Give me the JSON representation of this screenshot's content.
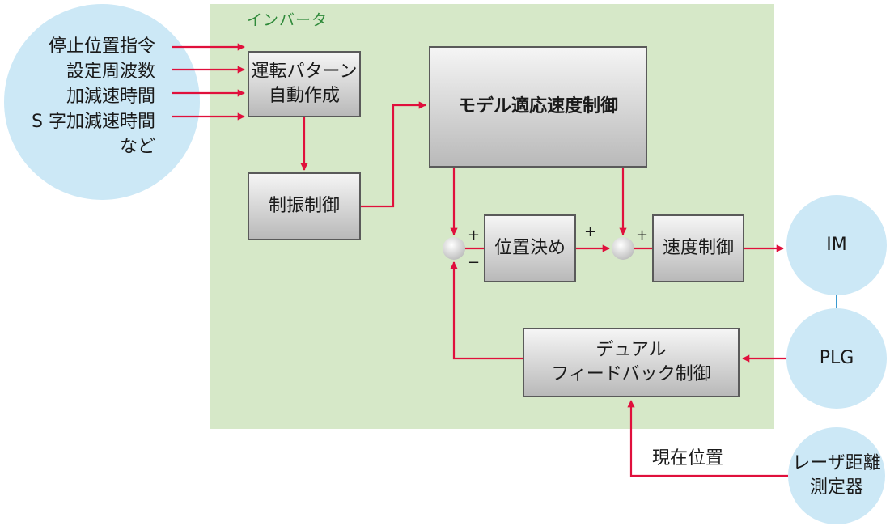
{
  "inverter": {
    "title": "インバータ"
  },
  "inputs": {
    "items": [
      "停止位置指令",
      "設定周波数",
      "加減速時間",
      "S 字加減速時間",
      "など"
    ]
  },
  "blocks": {
    "pattern_line1": "運転パターン",
    "pattern_line2": "自動作成",
    "vibration": "制振制御",
    "model": "モデル適応速度制御",
    "positioning": "位置決め",
    "speed": "速度制御",
    "feedback_line1": "デュアル",
    "feedback_line2": "フィードバック制御"
  },
  "devices": {
    "im": "IM",
    "plg": "PLG",
    "laser_line1": "レーザ距離",
    "laser_line2": "測定器"
  },
  "signs": {
    "sum1_plus": "+",
    "sum1_minus": "−",
    "sum2_plus_left": "+",
    "sum2_plus_top": "+"
  },
  "labels": {
    "current_position": "現在位置"
  },
  "colors": {
    "arrow": "#e0103c",
    "link": "#3a9ad0",
    "inverter_bg": "#d6e8c8",
    "device_bg": "#cce8f6"
  }
}
